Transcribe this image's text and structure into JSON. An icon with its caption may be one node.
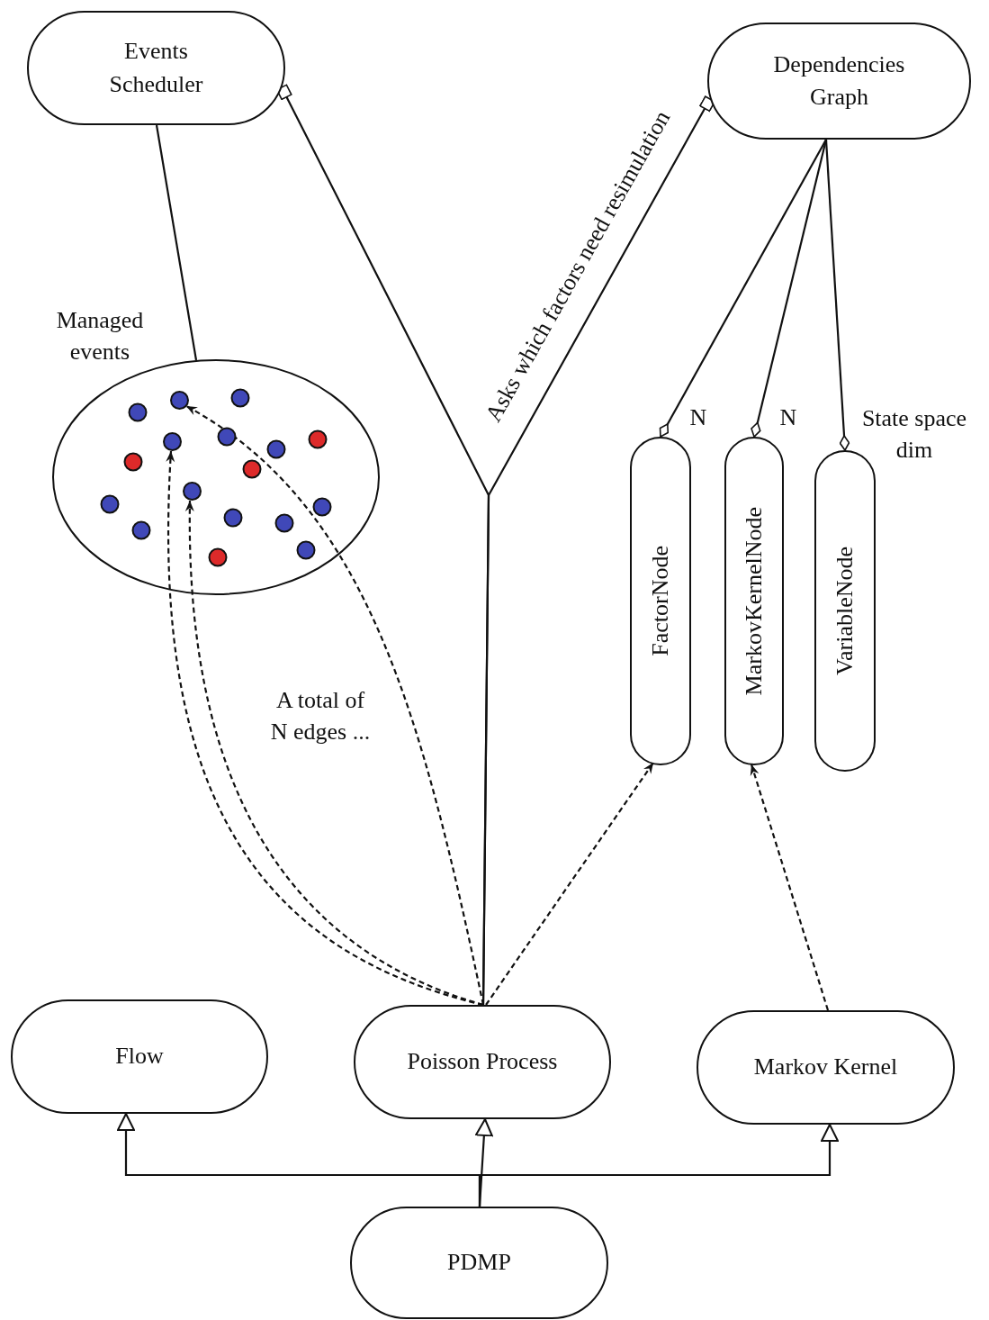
{
  "diagram": {
    "nodes": [
      {
        "text": [
          "Events Scheduler"
        ]
      },
      {
        "text": [
          "Dependencies Graph"
        ]
      },
      {
        "text": [
          "Managed events"
        ]
      },
      {
        "text": [],
        "shape": "circle",
        "in": 2
      },
      {
        "text": [],
        "shape": "circle",
        "in": 2
      },
      {
        "text": [],
        "shape": "circle",
        "in": 2
      },
      {
        "text": [
          "FactorNode"
        ]
      },
      {
        "text": [
          "MarkovKernelNode"
        ]
      },
      {
        "text": [
          "VariableNode"
        ]
      },
      {
        "text": [
          "Flow"
        ]
      },
      {
        "text": [
          "Poisson Process"
        ]
      },
      {
        "text": [
          "Markov Kernel"
        ]
      },
      {
        "text": [
          "PDMP"
        ]
      }
    ],
    "edges": [
      {
        "from": 0,
        "to": 2,
        "arrow": "none"
      },
      {
        "from": 10,
        "to": 0,
        "arrow": "other"
      },
      {
        "from": 10,
        "to": 1,
        "arrow": "other",
        "label": "Asks which factors need resimulation"
      },
      {
        "from": 1,
        "to": 6,
        "arrow": "other",
        "label": "N"
      },
      {
        "from": 1,
        "to": 7,
        "arrow": "other",
        "label": "N"
      },
      {
        "from": 1,
        "to": 8,
        "arrow": "other",
        "label": "State space dim"
      },
      {
        "from": 10,
        "to": 3,
        "arrow": "to",
        "style": "dashed"
      },
      {
        "from": 10,
        "to": 4,
        "arrow": "to",
        "style": "dashed"
      },
      {
        "from": 10,
        "to": 5,
        "arrow": "to",
        "style": "dashed"
      },
      {
        "from": 10,
        "to": 6,
        "arrow": "to",
        "style": "dashed"
      },
      {
        "from": 11,
        "to": 7,
        "arrow": "to",
        "style": "dashed"
      },
      {
        "from": 12,
        "to": 9,
        "arrow": "to"
      },
      {
        "from": 12,
        "to": 10,
        "arrow": "to"
      },
      {
        "from": 12,
        "to": 11,
        "arrow": "to"
      }
    ],
    "labels": [
      "A total of N edges ..."
    ]
  }
}
